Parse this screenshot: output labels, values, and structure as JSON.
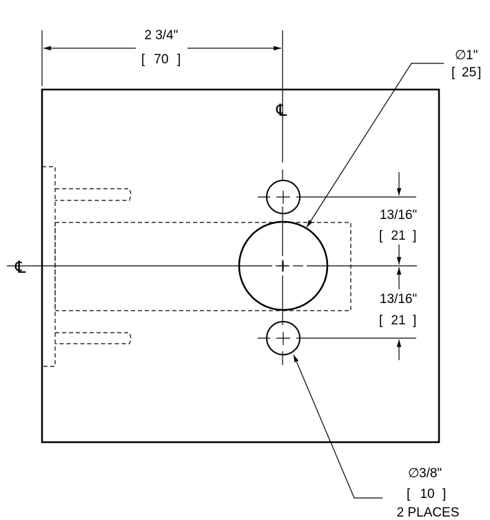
{
  "dimensions": {
    "width_imperial": "2 3/4\"",
    "width_metric": "70",
    "large_hole_diameter": "1\"",
    "large_hole_metric": "25",
    "upper_offset_imperial": "13/16\"",
    "upper_offset_metric": "21",
    "lower_offset_imperial": "13/16\"",
    "lower_offset_metric": "21",
    "small_hole_diameter": "3/8\"",
    "small_hole_metric": "10",
    "small_hole_qty": "2 PLACES"
  },
  "symbols": {
    "centerline": "℄",
    "diameter": "∅",
    "bracket_open": "[",
    "bracket_close": "]"
  }
}
